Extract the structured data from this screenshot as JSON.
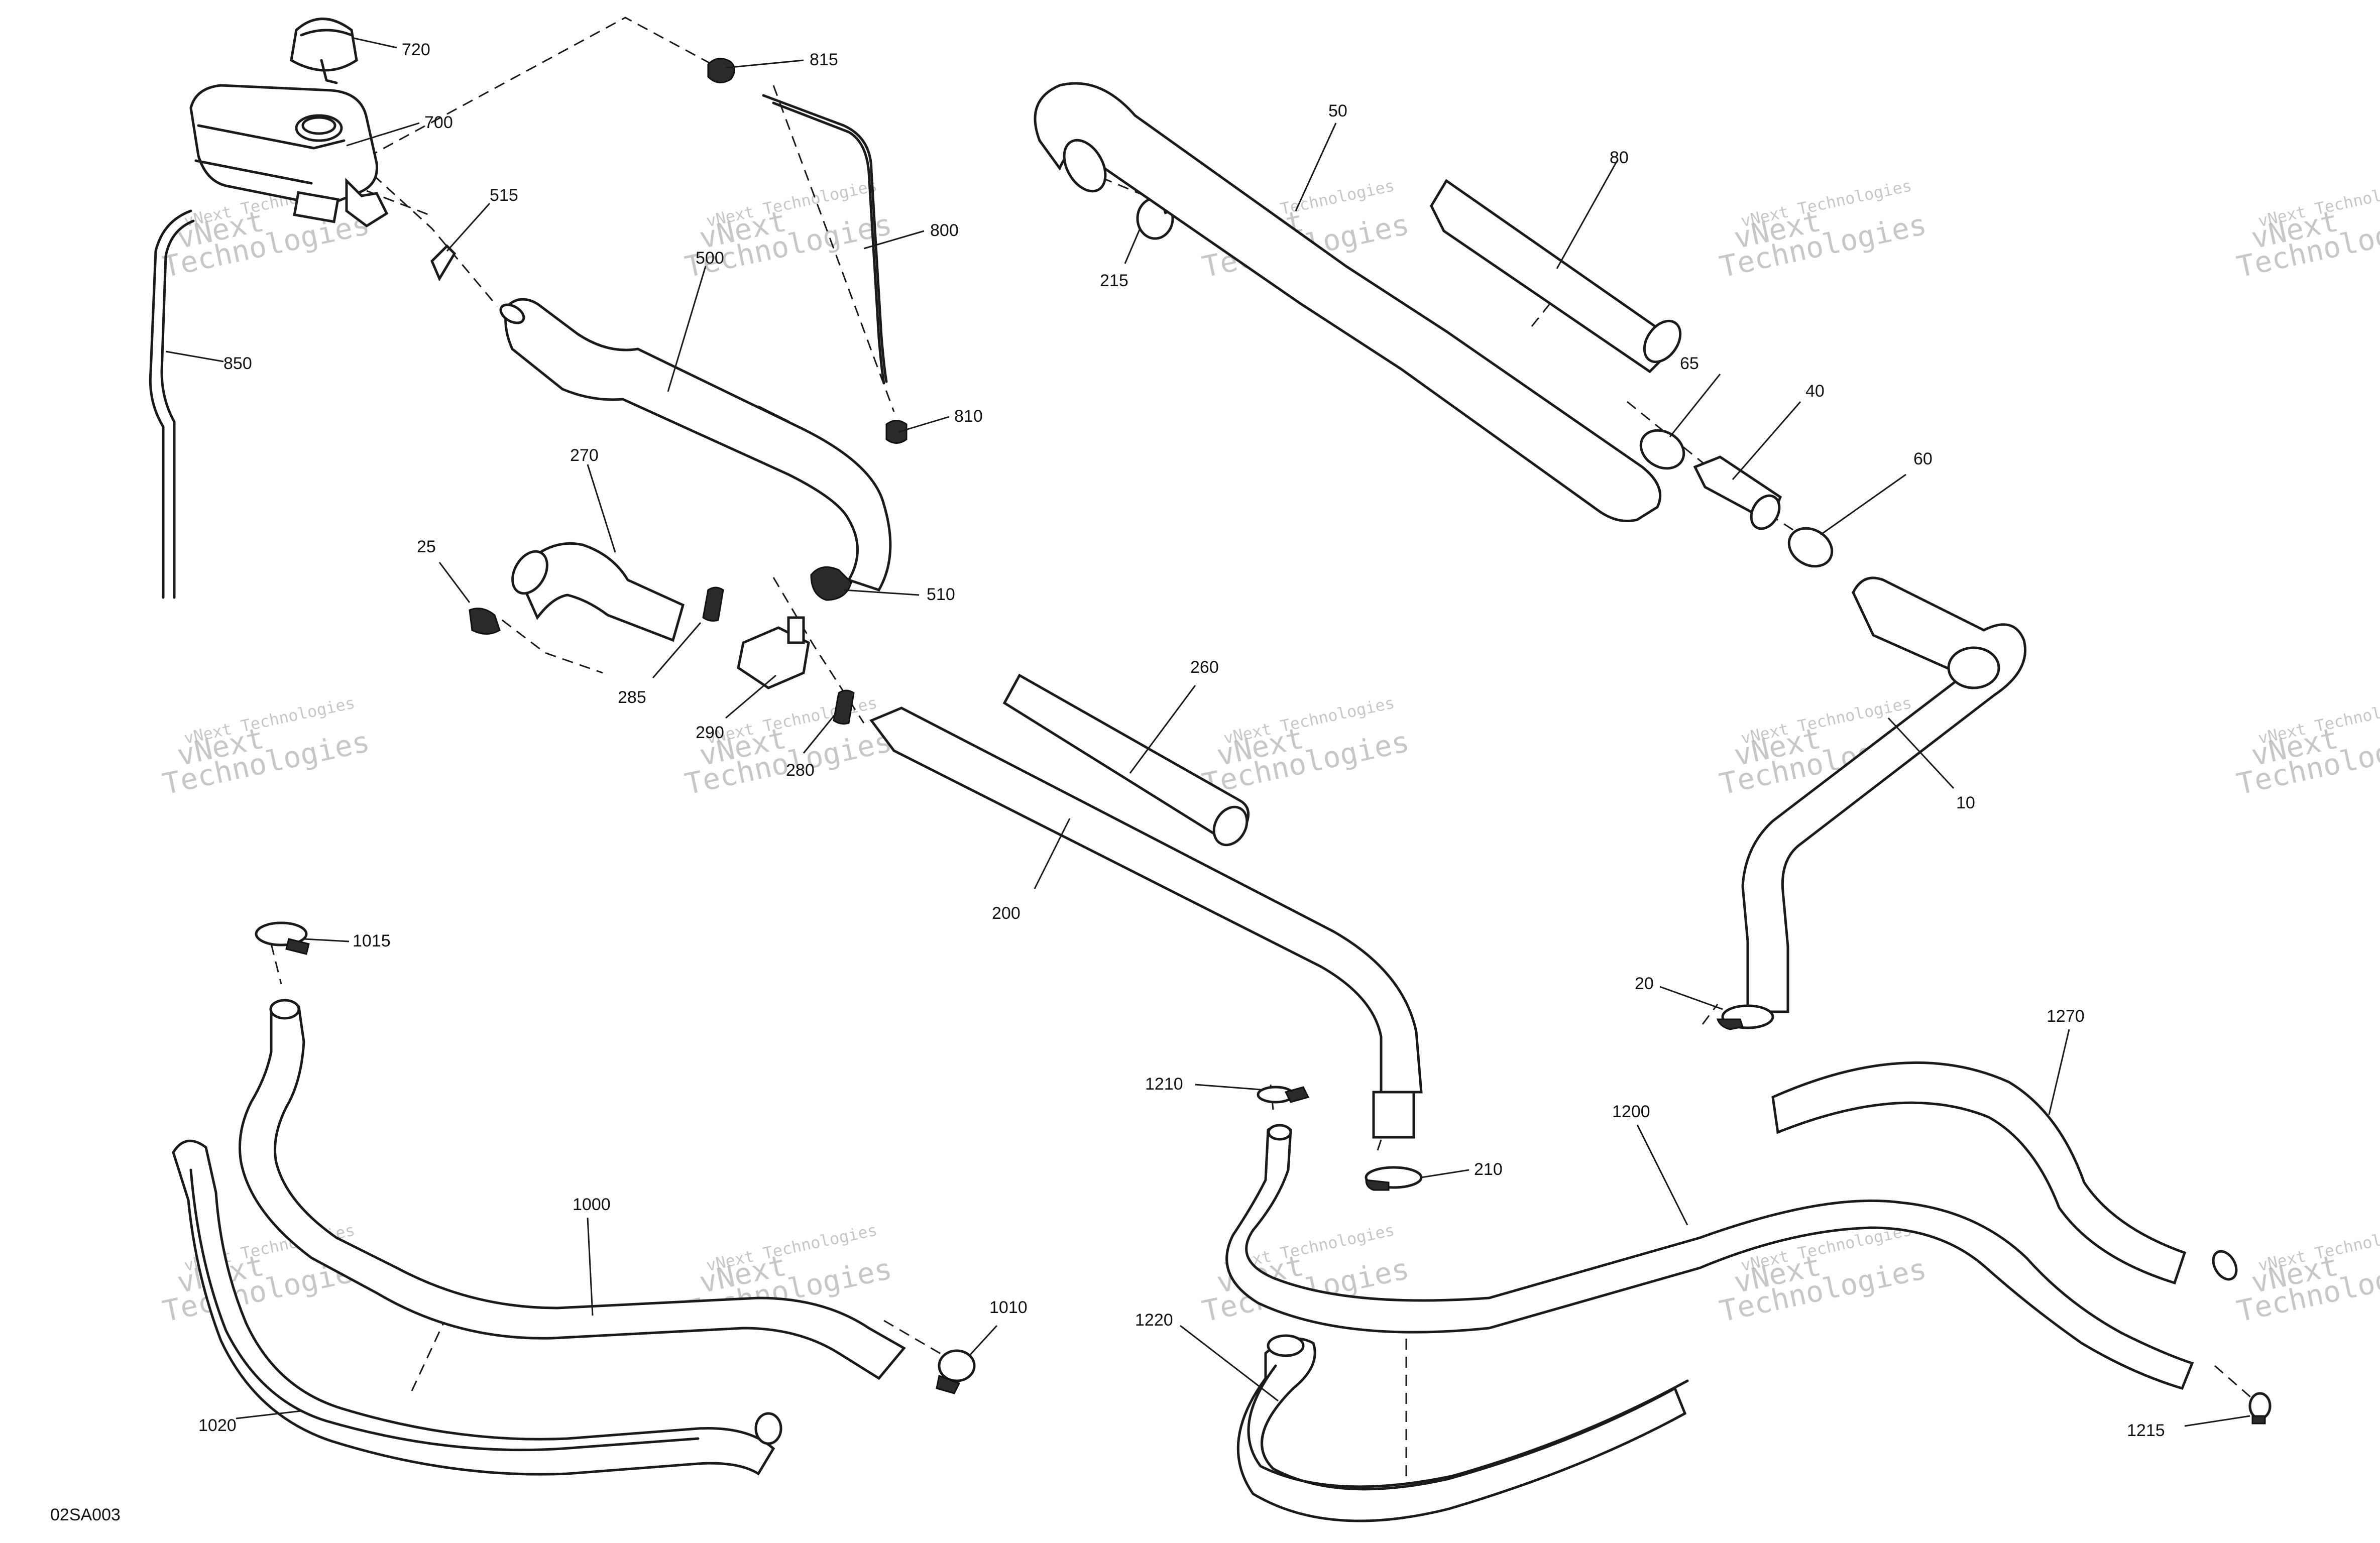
{
  "diagram_ref": "02SA003",
  "watermark": {
    "line1": "vNext Technologies",
    "line2": "vNext",
    "line3": "Technologies"
  },
  "callouts": [
    "720",
    "700",
    "815",
    "515",
    "800",
    "500",
    "850",
    "810",
    "270",
    "25",
    "510",
    "285",
    "290",
    "280",
    "50",
    "80",
    "215",
    "65",
    "40",
    "60",
    "10",
    "20",
    "260",
    "200",
    "1015",
    "1010",
    "1000",
    "1020",
    "1210",
    "210",
    "1200",
    "1270",
    "1220",
    "1215"
  ]
}
